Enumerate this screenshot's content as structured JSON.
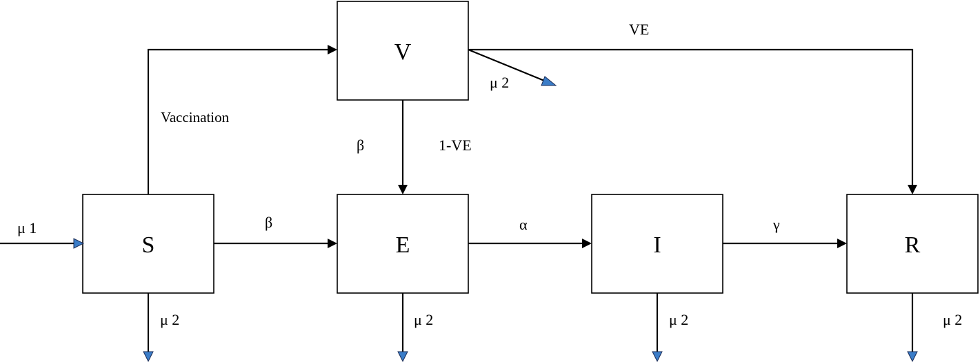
{
  "nodes": {
    "s": "S",
    "e": "E",
    "i": "I",
    "r": "R",
    "v": "V"
  },
  "labels": {
    "mu1": "μ 1",
    "vaccination": "Vaccination",
    "ve": "VE",
    "one_minus_ve": "1-VE",
    "beta_v": "β",
    "beta_s": "β",
    "alpha": "α",
    "gamma": "γ",
    "mu2_v": "μ 2",
    "mu2_s": "μ 2",
    "mu2_e": "μ 2",
    "mu2_i": "μ 2",
    "mu2_r": "μ 2"
  },
  "colors": {
    "outflow_arrowhead": "#3b7dc8",
    "line": "#000000"
  }
}
